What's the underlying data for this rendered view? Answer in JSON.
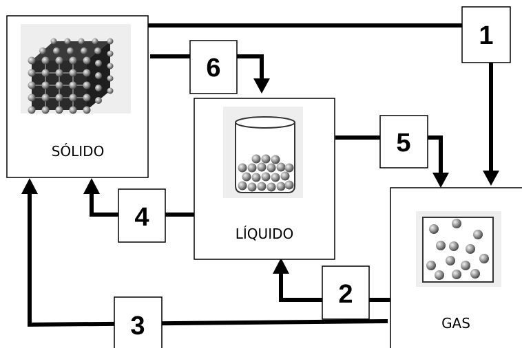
{
  "states": {
    "solid": {
      "label": "SÓLIDO",
      "icon": "crystal-lattice-cube-icon"
    },
    "liquid": {
      "label": "LÍQUIDO",
      "icon": "beaker-with-spheres-icon"
    },
    "gas": {
      "label": "GAS",
      "icon": "scattered-particles-box-icon"
    }
  },
  "transitions": [
    {
      "number": "1",
      "from": "solid",
      "to": "gas"
    },
    {
      "number": "2",
      "from": "gas",
      "to": "liquid"
    },
    {
      "number": "3",
      "from": "gas",
      "to": "solid"
    },
    {
      "number": "4",
      "from": "liquid",
      "to": "solid"
    },
    {
      "number": "5",
      "from": "liquid",
      "to": "gas"
    },
    {
      "number": "6",
      "from": "solid",
      "to": "liquid"
    }
  ],
  "colors": {
    "line": "#000000",
    "background": "#ffffff",
    "icon_bg": "#eeeeee",
    "sphere": "#9a9a9a",
    "cube_face": "#2a2a2a"
  }
}
